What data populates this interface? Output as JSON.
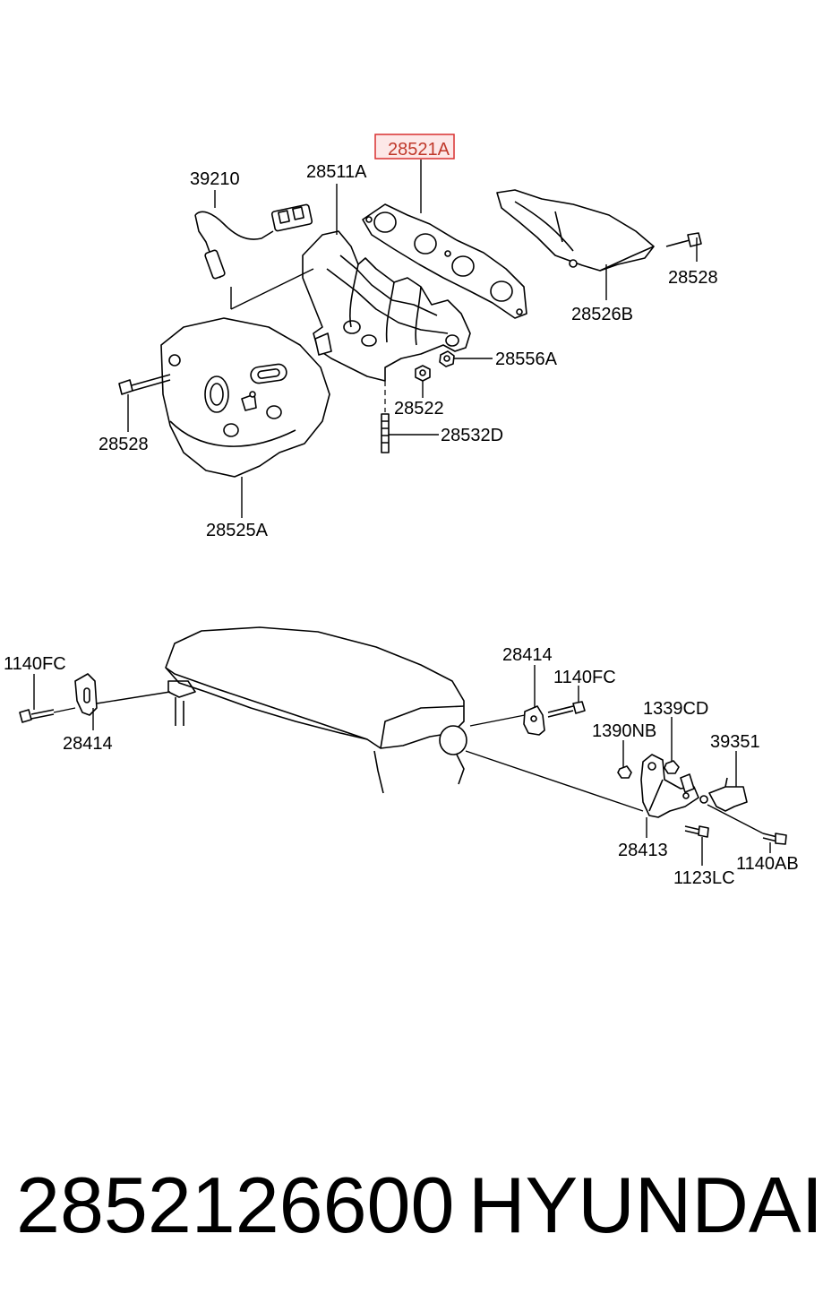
{
  "highlight_color": "#d93030",
  "labels": {
    "l39210": "39210",
    "l28511A": "28511A",
    "l28521A": "28521A",
    "l28528_top": "28528",
    "l28526B": "28526B",
    "l28556A": "28556A",
    "l28522": "28522",
    "l28532D": "28532D",
    "l28528_left": "28528",
    "l28525A": "28525A",
    "l1140FC_left": "1140FC",
    "l28414_left": "28414",
    "l28414_right": "28414",
    "l1140FC_right": "1140FC",
    "l1339CD": "1339CD",
    "l1390NB": "1390NB",
    "l39351": "39351",
    "l28413": "28413",
    "l1123LC": "1123LC",
    "l1140AB": "1140AB"
  },
  "footer": {
    "part_number": "2852126600",
    "brand": "HYUNDAI"
  }
}
